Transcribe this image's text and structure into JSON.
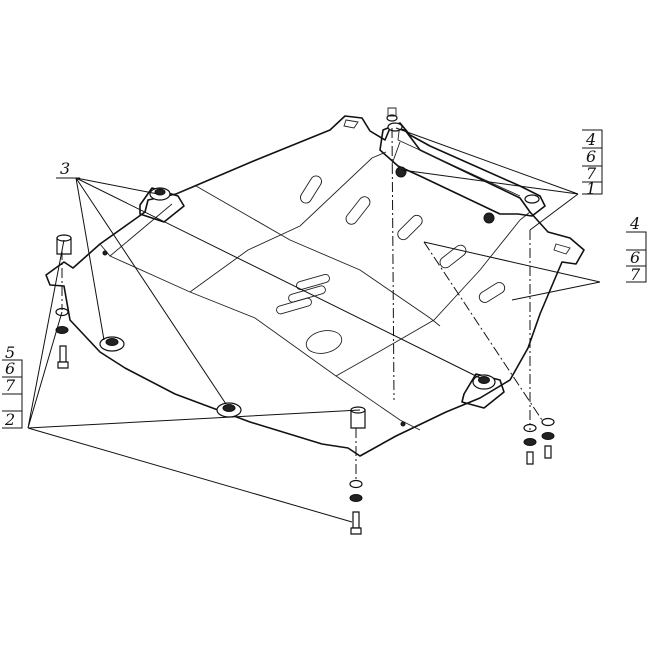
{
  "diagram": {
    "callouts": [
      {
        "id": "top-right",
        "numbers": [
          "4",
          "6",
          "7",
          "1"
        ]
      },
      {
        "id": "mid-right",
        "numbers": [
          "4",
          "6",
          "7"
        ]
      },
      {
        "id": "left",
        "numbers": [
          "5",
          "6",
          "7",
          "2"
        ]
      },
      {
        "id": "top-left",
        "numbers": [
          "3"
        ]
      }
    ]
  }
}
